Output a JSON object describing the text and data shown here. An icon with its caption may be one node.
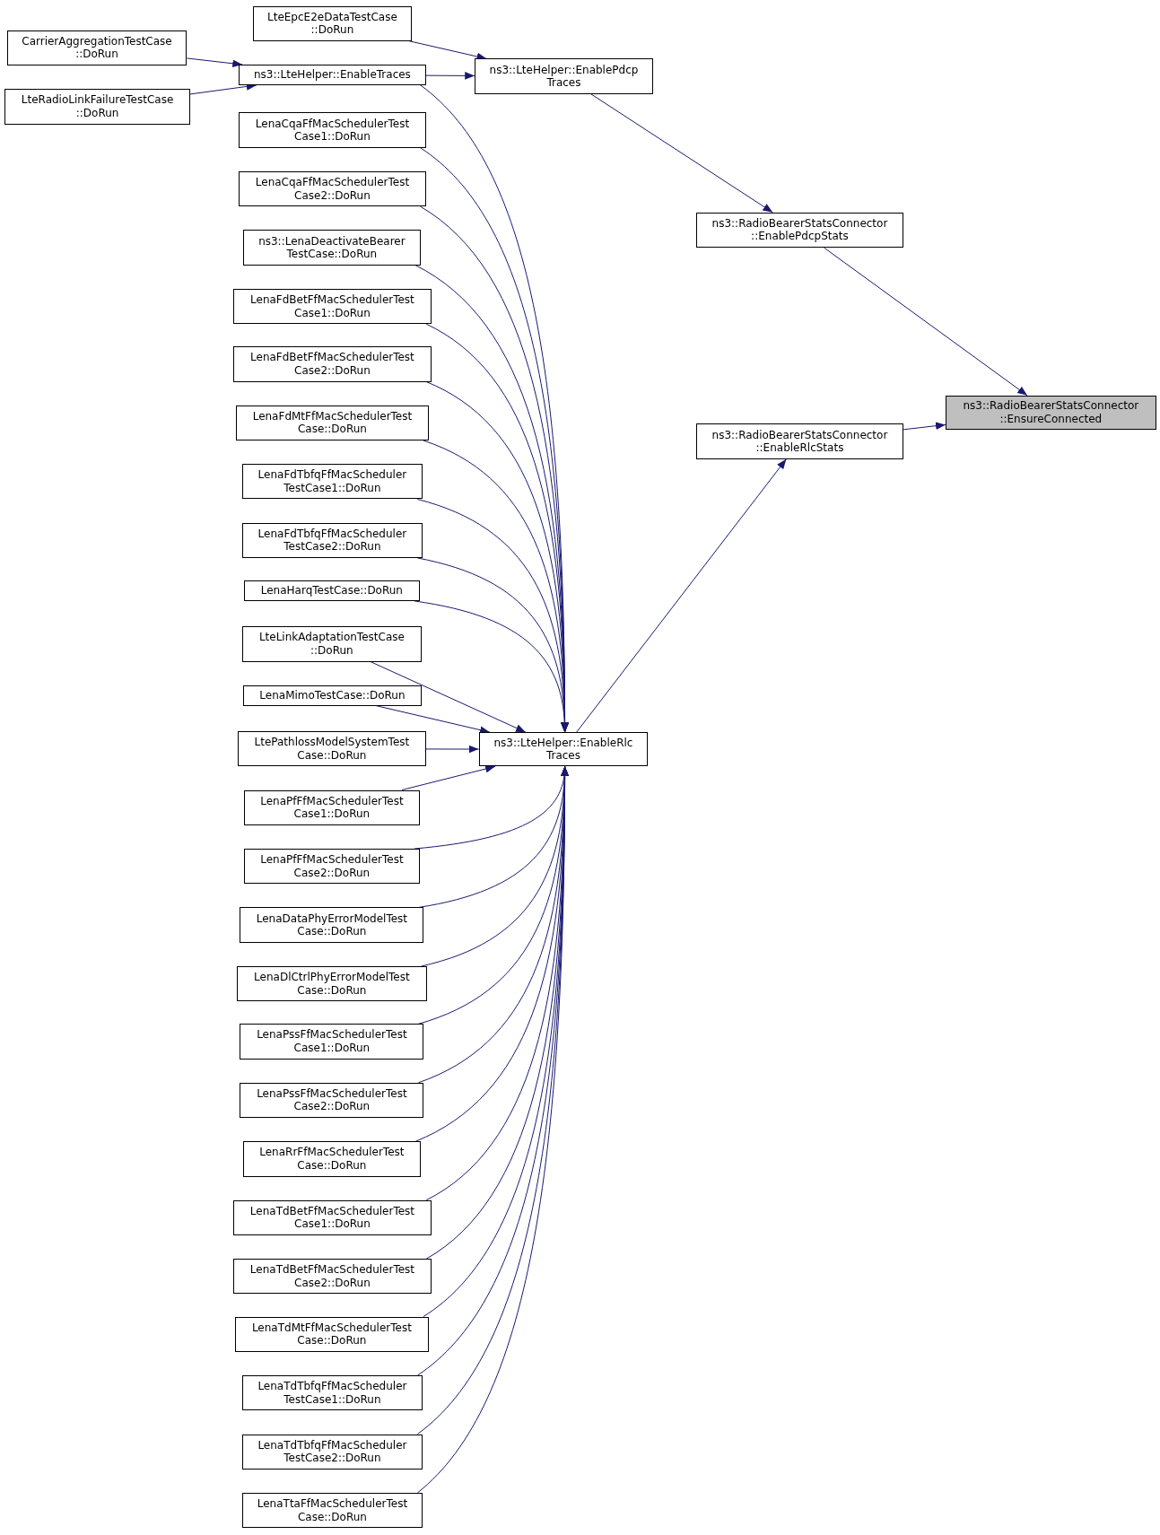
{
  "diagram": {
    "nodes": [
      {
        "text": [
          "ns3::RadioBearerStatsConnector ::EnsureConnected"
        ]
      },
      {
        "text": [
          "ns3::RadioBearerStatsConnector ::EnablePdcpStats"
        ]
      },
      {
        "text": [
          "ns3::RadioBearerStatsConnector ::EnableRlcStats"
        ]
      },
      {
        "text": [
          "ns3::LteHelper::EnablePdcp Traces"
        ]
      },
      {
        "text": [
          "ns3::LteHelper::EnableRlc Traces"
        ]
      },
      {
        "text": [
          "LteEpcE2eDataTestCase ::DoRun"
        ]
      },
      {
        "text": [
          "ns3::LteHelper::EnableTraces"
        ]
      },
      {
        "text": [
          "CarrierAggregationTestCase ::DoRun"
        ]
      },
      {
        "text": [
          "LteRadioLinkFailureTestCase ::DoRun"
        ]
      },
      {
        "text": [
          "LenaCqaFfMacSchedulerTest Case1::DoRun"
        ]
      },
      {
        "text": [
          "LenaCqaFfMacSchedulerTest Case2::DoRun"
        ]
      },
      {
        "text": [
          "ns3::LenaDeactivateBearer TestCase::DoRun"
        ]
      },
      {
        "text": [
          "LenaFdBetFfMacSchedulerTest Case1::DoRun"
        ]
      },
      {
        "text": [
          "LenaFdBetFfMacSchedulerTest Case2::DoRun"
        ]
      },
      {
        "text": [
          "LenaFdMtFfMacSchedulerTest Case::DoRun"
        ]
      },
      {
        "text": [
          "LenaFdTbfqFfMacScheduler TestCase1::DoRun"
        ]
      },
      {
        "text": [
          "LenaFdTbfqFfMacScheduler TestCase2::DoRun"
        ]
      },
      {
        "text": [
          "LenaHarqTestCase::DoRun"
        ]
      },
      {
        "text": [
          "LteLinkAdaptationTestCase ::DoRun"
        ]
      },
      {
        "text": [
          "LenaMimoTestCase::DoRun"
        ]
      },
      {
        "text": [
          "LtePathlossModelSystemTest Case::DoRun"
        ]
      },
      {
        "text": [
          "LenaPfFfMacSchedulerTest Case1::DoRun"
        ]
      },
      {
        "text": [
          "LenaPfFfMacSchedulerTest Case2::DoRun"
        ]
      },
      {
        "text": [
          "LenaDataPhyErrorModelTest Case::DoRun"
        ]
      },
      {
        "text": [
          "LenaDlCtrlPhyErrorModelTest Case::DoRun"
        ]
      },
      {
        "text": [
          "LenaPssFfMacSchedulerTest Case1::DoRun"
        ]
      },
      {
        "text": [
          "LenaPssFfMacSchedulerTest Case2::DoRun"
        ]
      },
      {
        "text": [
          "LenaRrFfMacSchedulerTest Case::DoRun"
        ]
      },
      {
        "text": [
          "LenaTdBetFfMacSchedulerTest Case1::DoRun"
        ]
      },
      {
        "text": [
          "LenaTdBetFfMacSchedulerTest Case2::DoRun"
        ]
      },
      {
        "text": [
          "LenaTdMtFfMacSchedulerTest Case::DoRun"
        ]
      },
      {
        "text": [
          "LenaTdTbfqFfMacScheduler TestCase1::DoRun"
        ]
      },
      {
        "text": [
          "LenaTdTbfqFfMacScheduler TestCase2::DoRun"
        ]
      },
      {
        "text": [
          "LenaTtaFfMacSchedulerTest Case::DoRun"
        ]
      }
    ],
    "edges": [
      {
        "from": 1,
        "to": 0,
        "arrow": "to"
      },
      {
        "from": 2,
        "to": 0,
        "arrow": "to"
      },
      {
        "from": 3,
        "to": 1,
        "arrow": "to"
      },
      {
        "from": 4,
        "to": 2,
        "arrow": "to"
      },
      {
        "from": 5,
        "to": 3,
        "arrow": "to"
      },
      {
        "from": 6,
        "to": 3,
        "arrow": "to"
      },
      {
        "from": 7,
        "to": 6,
        "arrow": "to"
      },
      {
        "from": 8,
        "to": 6,
        "arrow": "to"
      },
      {
        "from": 6,
        "to": 4,
        "arrow": "to"
      },
      {
        "from": 9,
        "to": 4,
        "arrow": "to"
      },
      {
        "from": 10,
        "to": 4,
        "arrow": "to"
      },
      {
        "from": 11,
        "to": 4,
        "arrow": "to"
      },
      {
        "from": 12,
        "to": 4,
        "arrow": "to"
      },
      {
        "from": 13,
        "to": 4,
        "arrow": "to"
      },
      {
        "from": 14,
        "to": 4,
        "arrow": "to"
      },
      {
        "from": 15,
        "to": 4,
        "arrow": "to"
      },
      {
        "from": 16,
        "to": 4,
        "arrow": "to"
      },
      {
        "from": 17,
        "to": 4,
        "arrow": "to"
      },
      {
        "from": 18,
        "to": 4,
        "arrow": "to"
      },
      {
        "from": 19,
        "to": 4,
        "arrow": "to"
      },
      {
        "from": 20,
        "to": 4,
        "arrow": "to"
      },
      {
        "from": 21,
        "to": 4,
        "arrow": "to"
      },
      {
        "from": 22,
        "to": 4,
        "arrow": "to"
      },
      {
        "from": 23,
        "to": 4,
        "arrow": "to"
      },
      {
        "from": 24,
        "to": 4,
        "arrow": "to"
      },
      {
        "from": 25,
        "to": 4,
        "arrow": "to"
      },
      {
        "from": 26,
        "to": 4,
        "arrow": "to"
      },
      {
        "from": 27,
        "to": 4,
        "arrow": "to"
      },
      {
        "from": 28,
        "to": 4,
        "arrow": "to"
      },
      {
        "from": 29,
        "to": 4,
        "arrow": "to"
      },
      {
        "from": 30,
        "to": 4,
        "arrow": "to"
      },
      {
        "from": 31,
        "to": 4,
        "arrow": "to"
      },
      {
        "from": 32,
        "to": 4,
        "arrow": "to"
      },
      {
        "from": 33,
        "to": 4,
        "arrow": "to"
      }
    ]
  }
}
